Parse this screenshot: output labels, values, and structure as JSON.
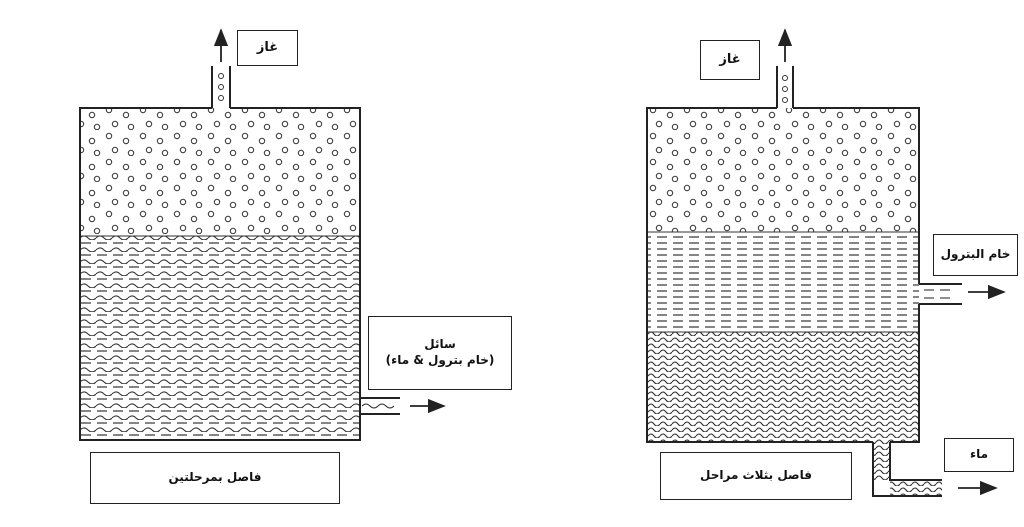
{
  "left_separator": {
    "title": "فاصل بمرحلتين",
    "gas_label": "غاز",
    "outlet_line1": "سائل",
    "outlet_line2": "(خام بترول & ماء)"
  },
  "right_separator": {
    "title": "فاصل بثلاث مراحل",
    "gas_label": "غاز",
    "oil_label": "خام البترول",
    "water_label": "ماء"
  },
  "colors": {
    "ink": "#222222",
    "background": "#ffffff"
  }
}
